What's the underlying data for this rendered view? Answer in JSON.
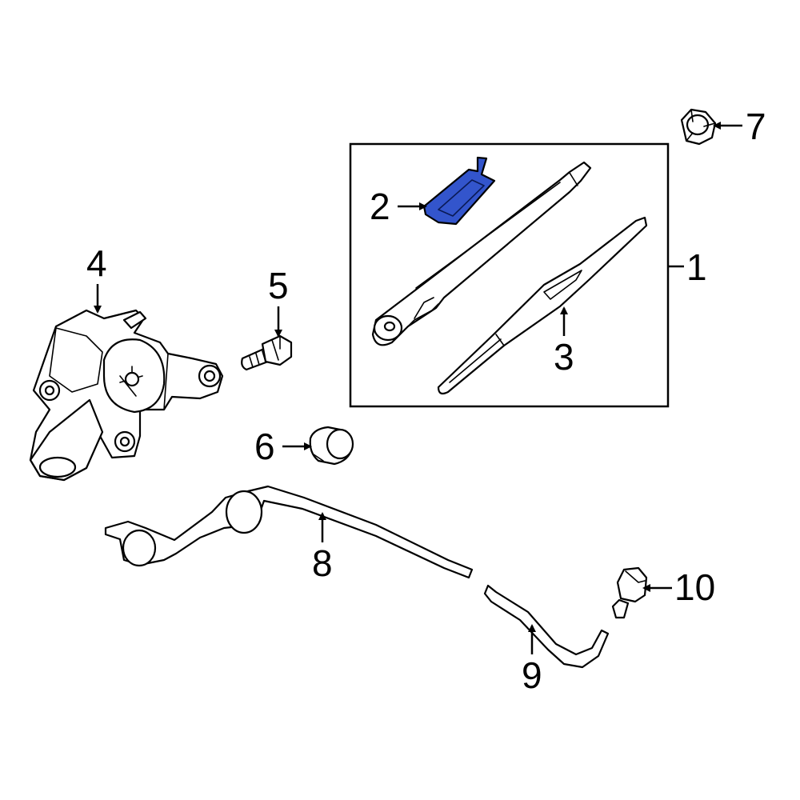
{
  "callouts": [
    {
      "id": "1",
      "label": "1"
    },
    {
      "id": "2",
      "label": "2"
    },
    {
      "id": "3",
      "label": "3"
    },
    {
      "id": "4",
      "label": "4"
    },
    {
      "id": "5",
      "label": "5"
    },
    {
      "id": "6",
      "label": "6"
    },
    {
      "id": "7",
      "label": "7"
    },
    {
      "id": "8",
      "label": "8"
    },
    {
      "id": "9",
      "label": "9"
    },
    {
      "id": "10",
      "label": "10"
    }
  ],
  "highlight": {
    "part": "2",
    "color": "#3355cc"
  },
  "icons": [
    "wiper-motor-icon",
    "bolt-icon",
    "grommet-icon",
    "nut-icon",
    "wiper-arm-icon",
    "wiper-blade-icon",
    "arm-cap-icon",
    "hose-icon",
    "washer-nozzle-icon"
  ]
}
